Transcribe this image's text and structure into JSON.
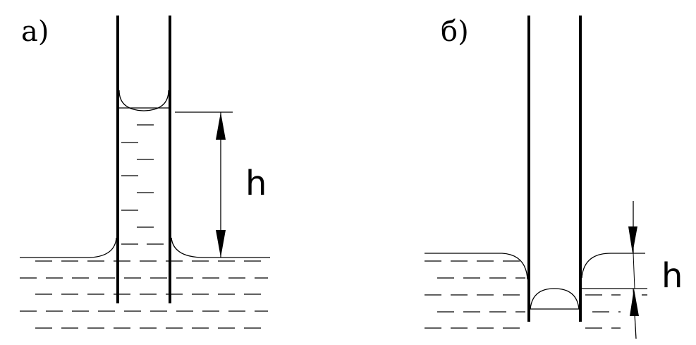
{
  "panels": {
    "a": {
      "label": "а)",
      "height_label": "h"
    },
    "b": {
      "label": "б)",
      "height_label": "h"
    }
  },
  "colors": {
    "ink": "#000000",
    "background": "#ffffff"
  }
}
